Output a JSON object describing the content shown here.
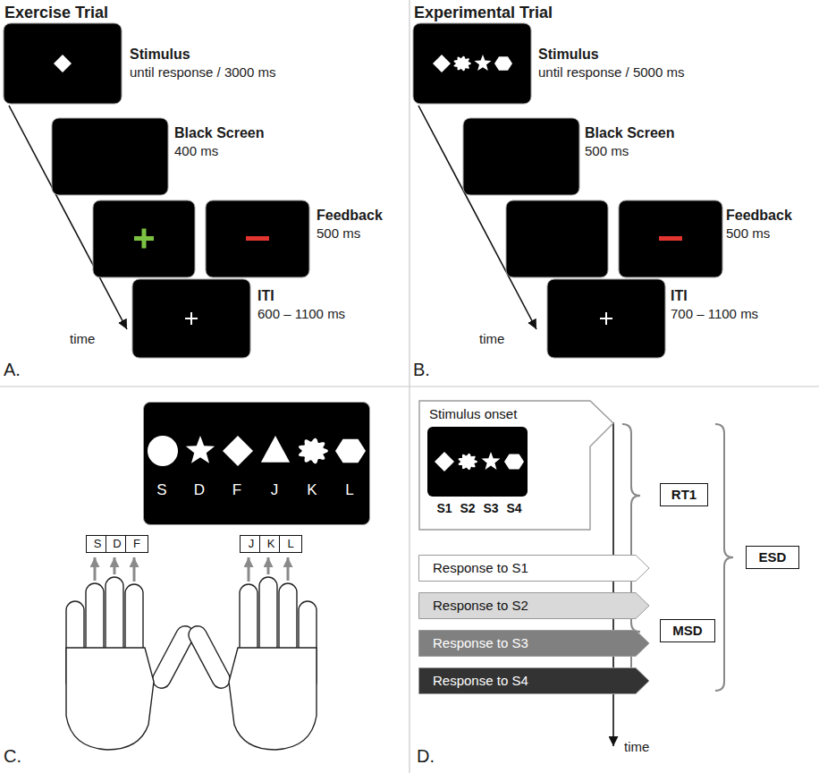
{
  "diagram": {
    "nodes": [
      {
        "text": [
          "S",
          "D",
          "F",
          "J",
          "K",
          "L"
        ]
      },
      {
        "text": [
          "S"
        ]
      },
      {
        "text": [
          "D"
        ]
      },
      {
        "text": [
          "F"
        ]
      },
      {
        "text": [
          "J"
        ]
      },
      {
        "text": [
          "K"
        ]
      },
      {
        "text": [
          "L"
        ]
      },
      {
        "text": [
          "Stimulus onset"
        ]
      },
      {
        "text": [
          "S1",
          "S2",
          "S3",
          "S4"
        ],
        "in": 7
      },
      {
        "text": [
          "Response to S1"
        ]
      },
      {
        "text": [
          "Response to S2"
        ]
      },
      {
        "text": [
          "Response to S3"
        ]
      },
      {
        "text": [
          "Response to S4"
        ]
      },
      {
        "text": [
          "RT1"
        ]
      },
      {
        "text": [
          "MSD"
        ]
      },
      {
        "text": [
          "ESD"
        ]
      }
    ],
    "labels": [
      "Exercise Trial",
      "Stimulus",
      "until response / 3000 ms",
      "Black Screen",
      "400 ms",
      "Feedback",
      "500 ms",
      "ITI",
      "600 – 1100 ms",
      "time",
      "A.",
      "Experimental Trial",
      "Stimulus",
      "until response / 5000 ms",
      "Black Screen",
      "500 ms",
      "Feedback",
      "500 ms",
      "ITI",
      "700 – 1100 ms",
      "time",
      "B.",
      "C.",
      "time",
      "D."
    ]
  }
}
